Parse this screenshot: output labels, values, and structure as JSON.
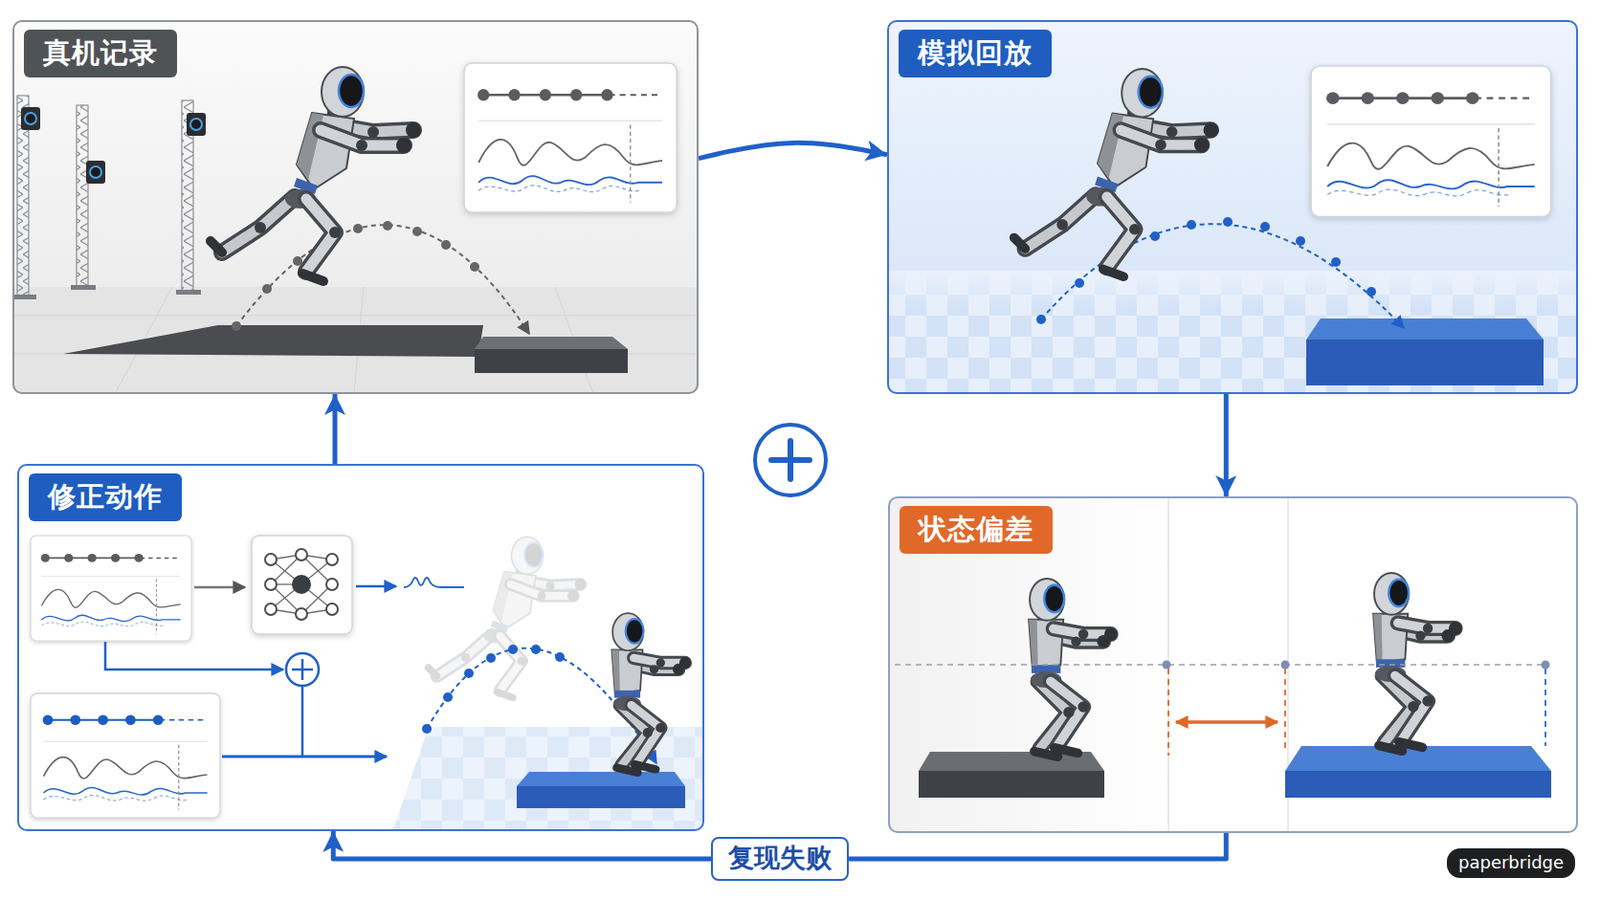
{
  "diagram": {
    "nodes": [
      {
        "text": [
          "真机记录"
        ]
      },
      {
        "text": [
          "模拟回放"
        ]
      },
      {
        "text": [
          "修正动作"
        ]
      },
      {
        "text": [
          "状态偏差"
        ]
      }
    ],
    "edges": [
      {
        "from": 0,
        "to": 1,
        "arrow": "to"
      },
      {
        "from": 1,
        "to": 3,
        "arrow": "to"
      },
      {
        "from": 3,
        "to": 2,
        "arrow": "to",
        "label": "复现失败"
      },
      {
        "from": 2,
        "to": 0,
        "arrow": "to"
      }
    ],
    "labels": [
      "paperbridge"
    ]
  }
}
